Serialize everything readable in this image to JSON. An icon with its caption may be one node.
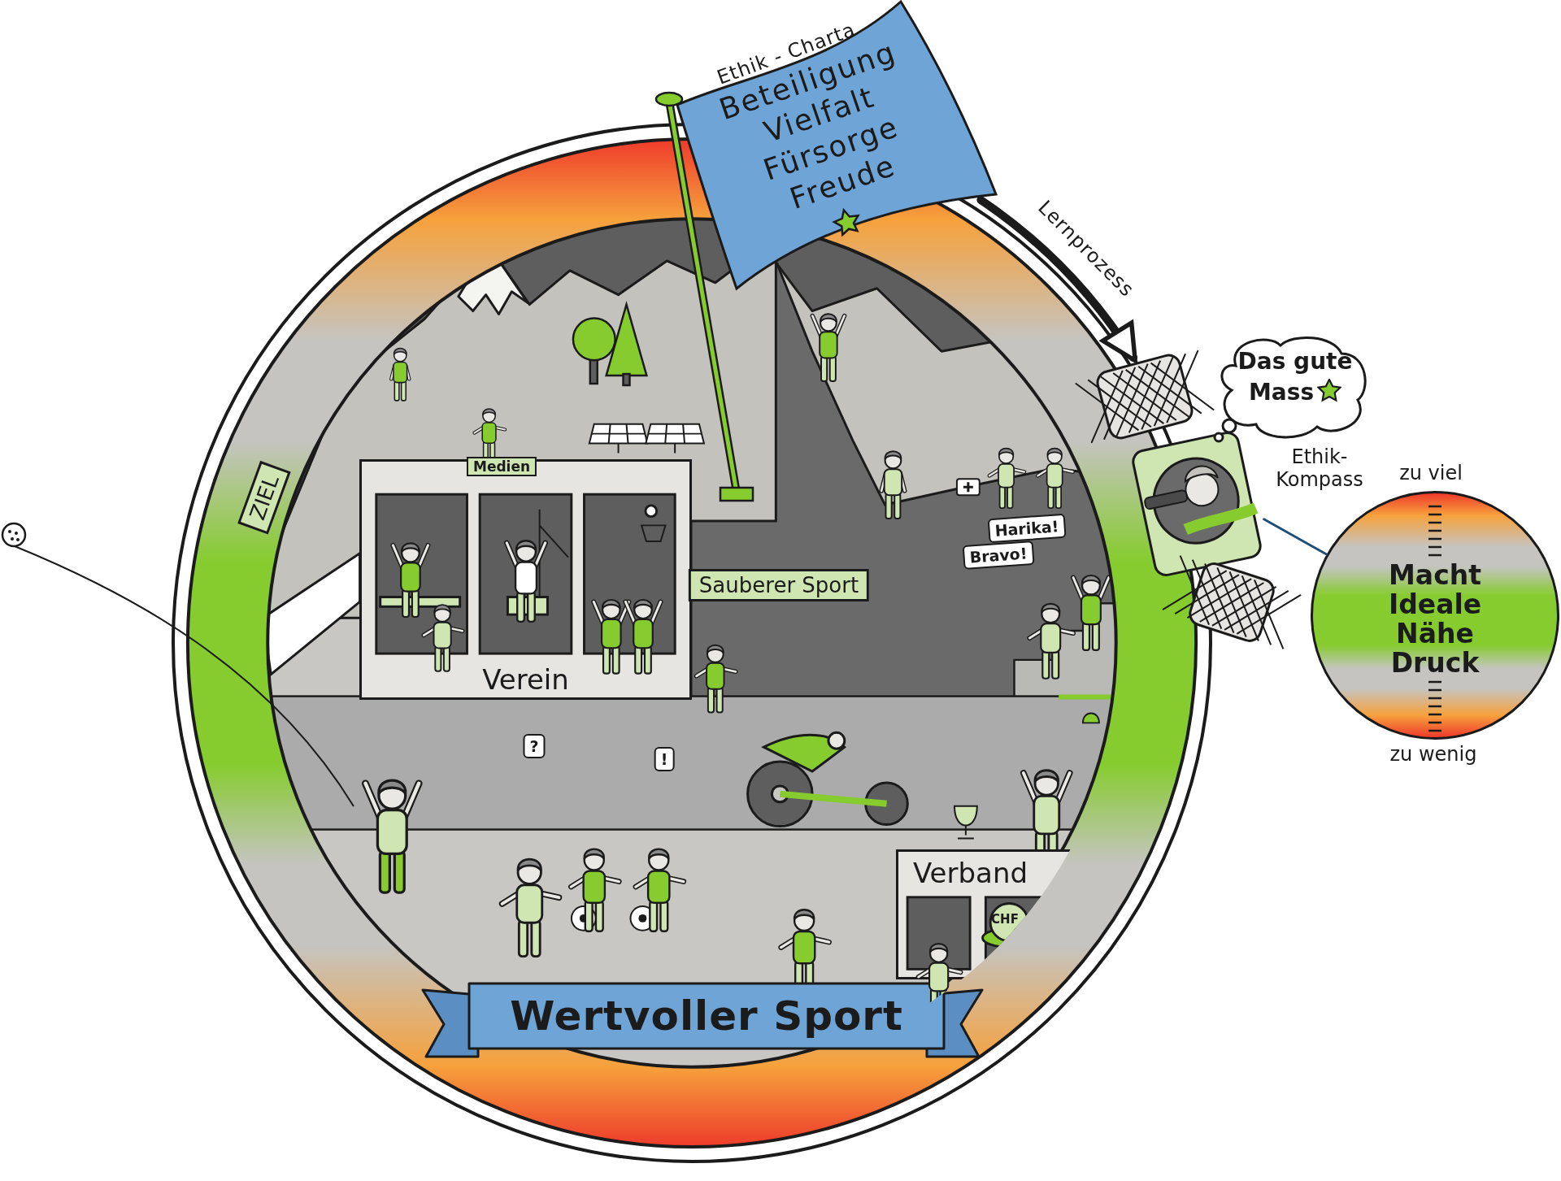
{
  "diagram": {
    "nodes": [
      {
        "text": [],
        "shape": "circle"
      },
      {
        "text": [
          "Wertvoller Sport"
        ],
        "in": 0
      },
      {
        "text": [
          "Verein"
        ],
        "in": 0
      },
      {
        "text": [
          "Verband"
        ],
        "in": 0
      },
      {
        "text": [
          "Ethik - Charta",
          "Beteiligung",
          "Vielfalt",
          "Fürsorge",
          "Freude"
        ]
      },
      {
        "text": [],
        "shape": "picture"
      },
      {
        "text": [
          "Das gute Mass"
        ]
      },
      {
        "text": [
          "Macht",
          "Ideale",
          "Nähe",
          "Druck"
        ],
        "beside": [
          "Ethik-Kompass",
          "zu viel",
          "zu wenig"
        ]
      }
    ],
    "edges": [
      {
        "from": 4,
        "to": 5,
        "arrow": "to",
        "label": "Lernprozess",
        "style": "thick"
      },
      {
        "from": 5,
        "to": 7,
        "arrow": "none",
        "color": "#1f4e79"
      }
    ],
    "labels": [
      "ZIEL",
      "Medien",
      "Sauberer Sport",
      "Harika!",
      "Bravo!",
      "?",
      "!",
      "CHF"
    ]
  }
}
